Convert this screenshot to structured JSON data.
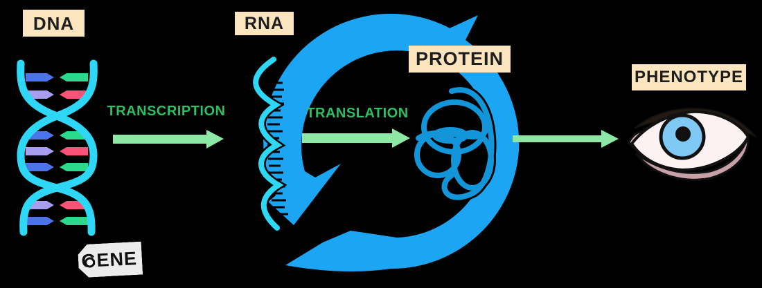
{
  "diagram": {
    "nodes": [
      {
        "id": "dna",
        "label": "DNA"
      },
      {
        "id": "rna",
        "label": "RNA"
      },
      {
        "id": "protein",
        "label": "PROTEIN"
      },
      {
        "id": "phenotype",
        "label": "PHENOTYPE"
      }
    ],
    "processes": [
      {
        "id": "transcription",
        "label": "TRANSCRIPTION"
      },
      {
        "id": "translation",
        "label": "TRANSLATION"
      }
    ],
    "tag": {
      "label": "GENE"
    },
    "colors": {
      "background": "#000000",
      "label_box_bg": "#FAE5BE",
      "label_text": "#1d1d1d",
      "process_text_green": "#2FBE60",
      "arrow_green": "#8DE8A6",
      "cycle_blue": "#1CA5F2",
      "protein_blue": "#1296D9",
      "nucleic_cyan": "#2ED7F5",
      "base_blue": "#4A74E8",
      "base_purple": "#A89EF0",
      "base_green": "#2BD98C",
      "base_pink": "#FB5377",
      "tag_bg": "#ECECEC",
      "eye_iris": "#7FC9F4",
      "eye_lid_mauve": "#C8A0A8",
      "eye_sclera": "#FDF2F2"
    }
  }
}
